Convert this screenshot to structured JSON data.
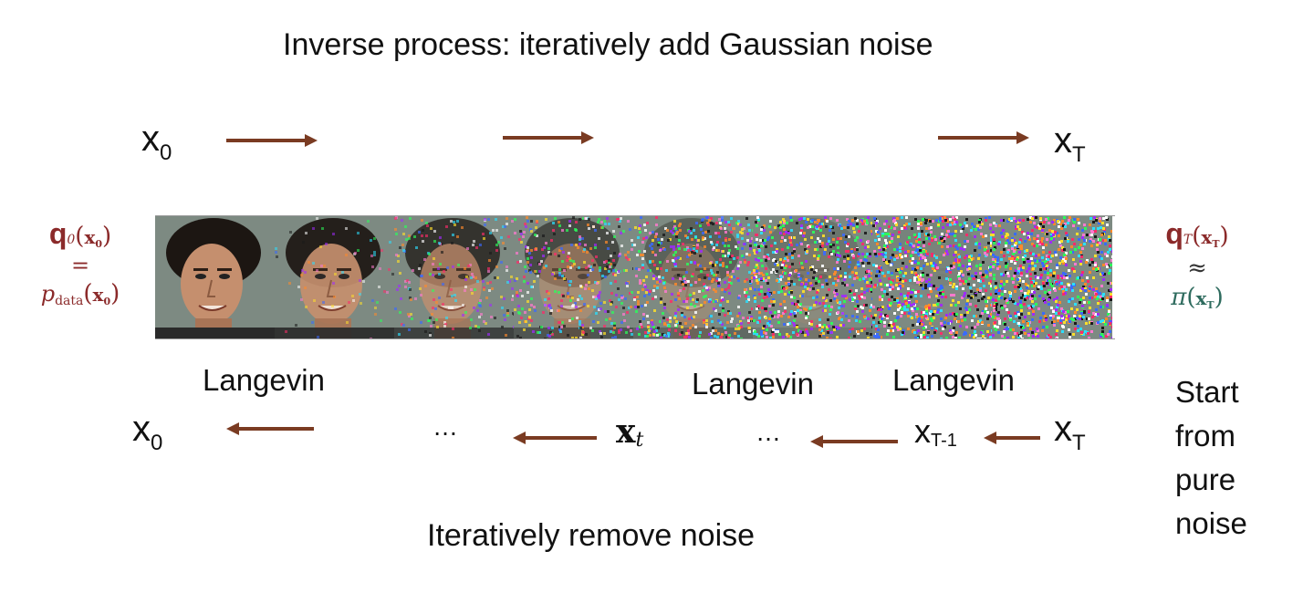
{
  "title": "Inverse process: iteratively add Gaussian noise",
  "bottom_caption": "Iteratively remove noise",
  "colors": {
    "arrow": "#7a3b22",
    "q": "#8b2a2a",
    "pi": "#2e6b5e",
    "text": "#111111"
  },
  "top_row": {
    "x0": "x",
    "x0_sub": "0",
    "xT": "x",
    "xT_sub": "T"
  },
  "bottom_row": {
    "x0": "x",
    "x0_sub": "0",
    "ellipsis_1": "…",
    "xt": "x",
    "xt_sub": "t",
    "ellipsis_2": "…",
    "xT1": "x",
    "xT1_sub": "T-1",
    "xT": "x",
    "xT_sub": "T"
  },
  "langevin_labels": [
    "Langevin",
    "Langevin",
    "Langevin"
  ],
  "left_side": {
    "q": "q",
    "q_sub": "0",
    "x": "x",
    "x_sub": "0",
    "equals": "=",
    "p": "p",
    "p_sub": "data"
  },
  "right_side": {
    "q": "q",
    "q_sub": "T",
    "x": "x",
    "x_sub": "T",
    "approx": "≈",
    "pi": "π"
  },
  "start_text": [
    "Start",
    "from",
    "pure",
    "noise"
  ],
  "noise_levels": [
    0.0,
    0.08,
    0.25,
    0.45,
    0.65,
    0.82,
    0.95,
    1.0
  ]
}
